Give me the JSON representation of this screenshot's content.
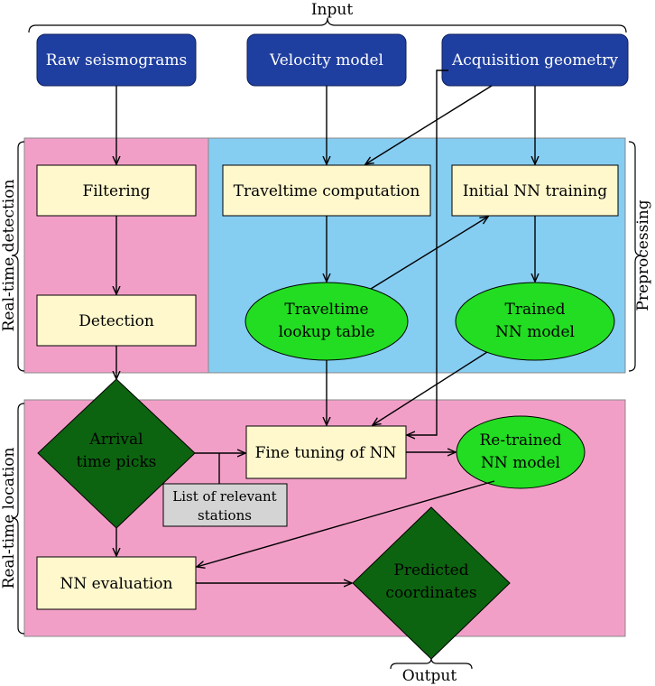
{
  "labels": {
    "input": "Input",
    "output": "Output",
    "realtime_detection": "Real-time detection",
    "preprocessing": "Preprocessing",
    "realtime_location": "Real-time location"
  },
  "nodes": {
    "raw_seismograms": "Raw seismograms",
    "velocity_model": "Velocity model",
    "acquisition_geometry": "Acquisition geometry",
    "filtering": "Filtering",
    "traveltime_computation": "Traveltime computation",
    "initial_nn_training": "Initial NN training",
    "detection": "Detection",
    "traveltime_lookup_1": "Traveltime",
    "traveltime_lookup_2": "lookup table",
    "trained_nn_1": "Trained",
    "trained_nn_2": "NN model",
    "arrival_1": "Arrival",
    "arrival_2": "time picks",
    "fine_tuning": "Fine tuning of NN",
    "retrained_1": "Re-trained",
    "retrained_2": "NN model",
    "relevant_1": "List of relevant",
    "relevant_2": "stations",
    "nn_evaluation": "NN evaluation",
    "predicted_1": "Predicted",
    "predicted_2": "coordinates"
  },
  "colors": {
    "input_box": "#1f3fa0",
    "process_box": "#fff8cc",
    "ellipse": "#22dd22",
    "diamond": "#0d6410",
    "pink_region": "#f29fc8",
    "blue_region": "#86cdf2",
    "grey_box": "#d4d4d4"
  }
}
